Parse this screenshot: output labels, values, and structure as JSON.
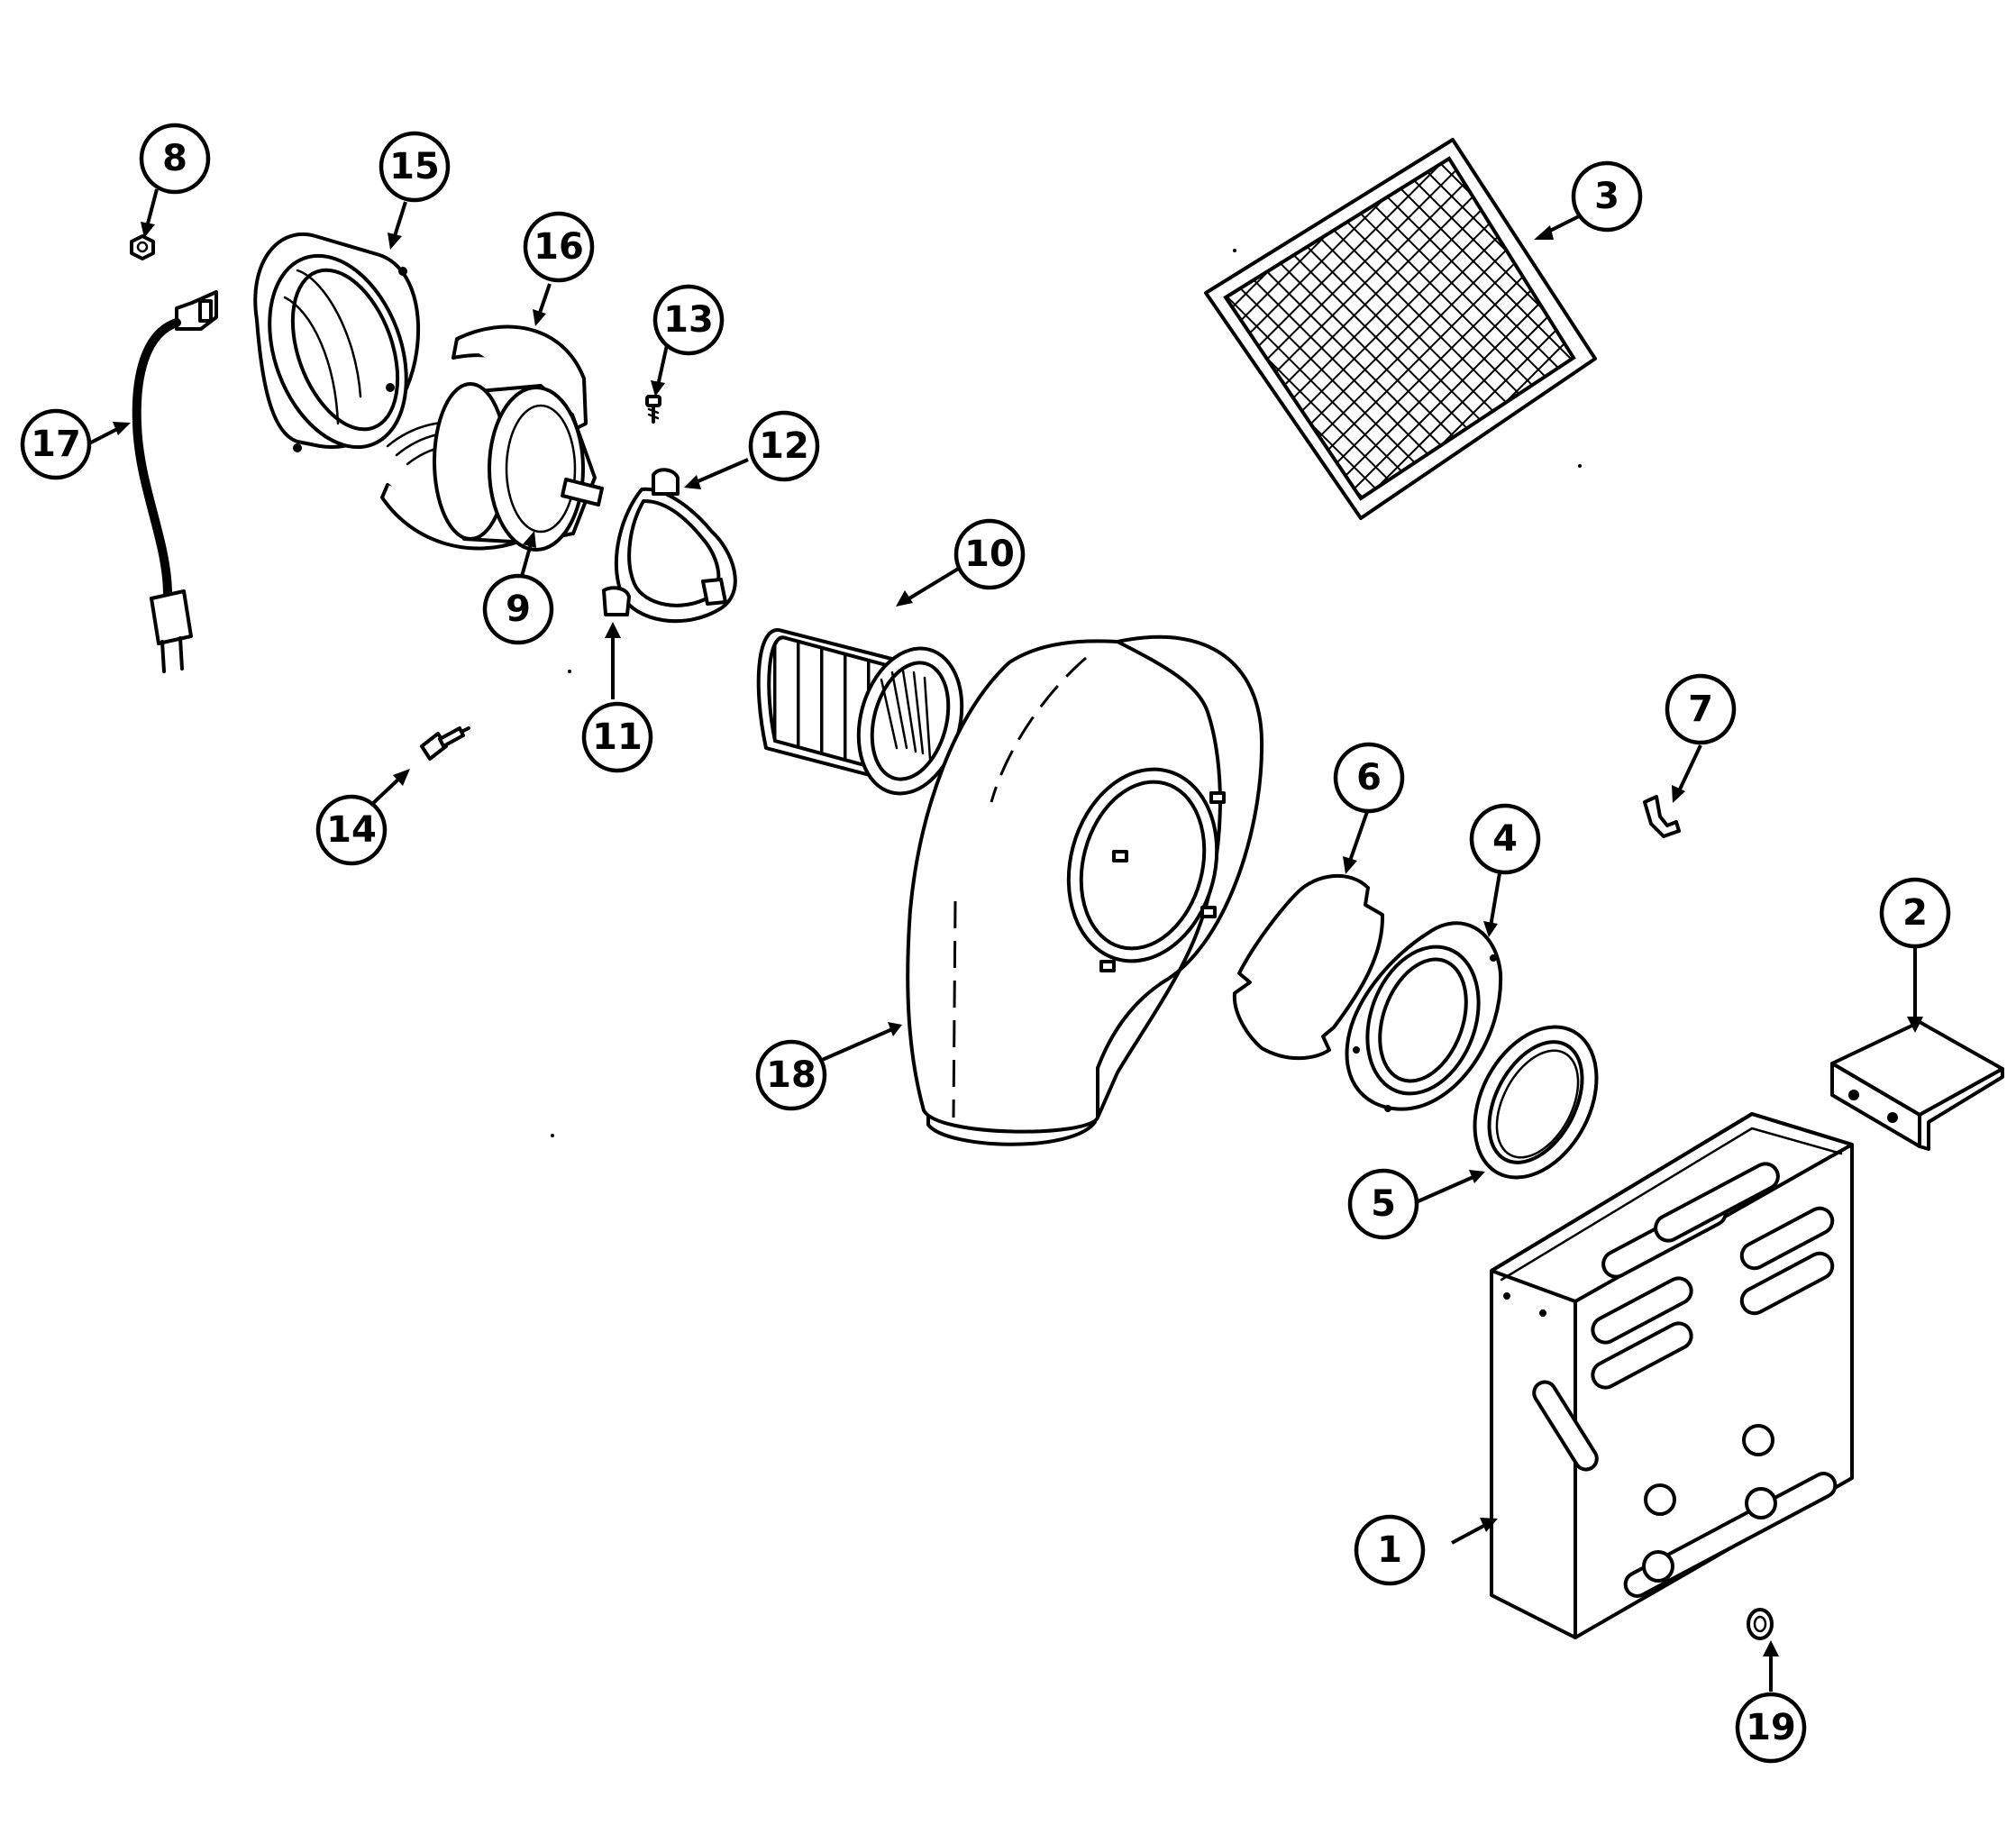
{
  "callouts": [
    {
      "id": "1",
      "label": "1"
    },
    {
      "id": "2",
      "label": "2"
    },
    {
      "id": "3",
      "label": "3"
    },
    {
      "id": "4",
      "label": "4"
    },
    {
      "id": "5",
      "label": "5"
    },
    {
      "id": "6",
      "label": "6"
    },
    {
      "id": "7",
      "label": "7"
    },
    {
      "id": "8",
      "label": "8"
    },
    {
      "id": "9",
      "label": "9"
    },
    {
      "id": "10",
      "label": "10"
    },
    {
      "id": "11",
      "label": "11"
    },
    {
      "id": "12",
      "label": "12"
    },
    {
      "id": "13",
      "label": "13"
    },
    {
      "id": "14",
      "label": "14"
    },
    {
      "id": "15",
      "label": "15"
    },
    {
      "id": "16",
      "label": "16"
    },
    {
      "id": "17",
      "label": "17"
    },
    {
      "id": "18",
      "label": "18"
    },
    {
      "id": "19",
      "label": "19"
    }
  ],
  "colors": {
    "ink": "#000000",
    "paper": "#ffffff"
  }
}
